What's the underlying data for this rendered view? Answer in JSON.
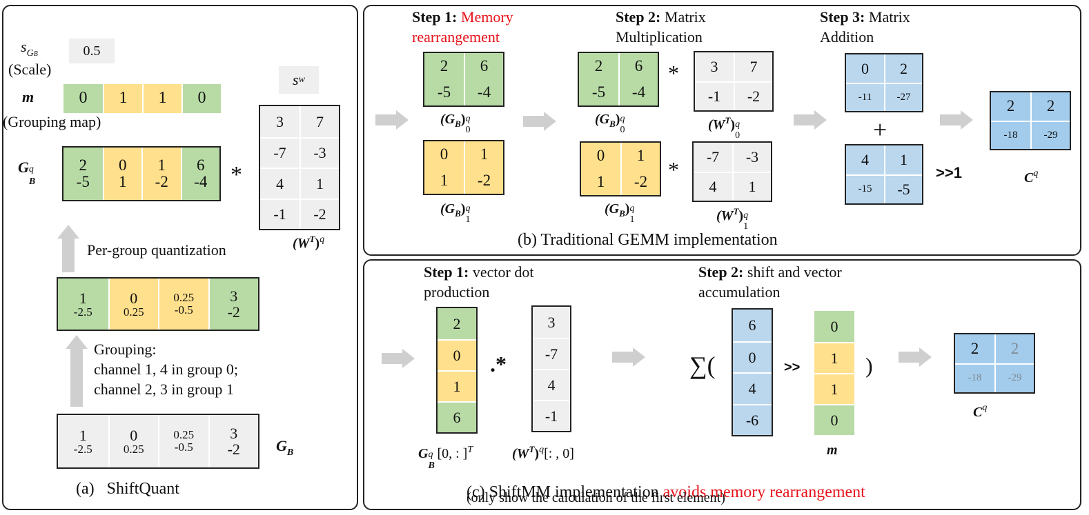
{
  "panel_a": {
    "scale_label_sym": "s",
    "scale_label_sub": "G",
    "scale_label_subsub": "B",
    "scale_value": "0.5",
    "scale_caption": "(Scale)",
    "m_label": "m",
    "m_values": [
      "0",
      "1",
      "1",
      "0"
    ],
    "grouping_map_caption": "(Grouping map)",
    "sw_sym": "s",
    "sw_sub": "w",
    "gq_label_base": "G",
    "gq_label_sub": "B",
    "gq_label_sup": "q",
    "gq_cells": [
      [
        "2",
        "-5"
      ],
      [
        "0",
        "1"
      ],
      [
        "1",
        "-2"
      ],
      [
        "6",
        "-4"
      ]
    ],
    "multiply": "*",
    "wq_cells": [
      [
        "3",
        "7"
      ],
      [
        "-7",
        "-3"
      ],
      [
        "4",
        "1"
      ],
      [
        "-1",
        "-2"
      ]
    ],
    "wq_label_base": "(W",
    "wq_label_supT": "T",
    "wq_label_close": ")",
    "wq_label_sup": "q",
    "per_group_label": "Per-group quantization",
    "grouped_cells": [
      [
        "1",
        "-2.5"
      ],
      [
        "0",
        "0.25"
      ],
      [
        "0.25",
        "-0.5"
      ],
      [
        "3",
        "-2"
      ]
    ],
    "grouping_lines": [
      "Grouping:",
      "channel 1, 4 in group 0;",
      "channel 2, 3 in group 1"
    ],
    "gb_cells": [
      [
        "1",
        "-2.5"
      ],
      [
        "0",
        "0.25"
      ],
      [
        "0.25",
        "-0.5"
      ],
      [
        "3",
        "-2"
      ]
    ],
    "gb_label_base": "G",
    "gb_label_sub": "B",
    "caption": "(a)   ShiftQuant"
  },
  "panel_b": {
    "step1_bold": "Step 1:",
    "step1_line1": " Memory",
    "step1_line2": "rearrangement",
    "step2_bold": "Step 2:",
    "step2_line1": " Matrix",
    "step2_line2": "Multiplication",
    "step3_bold": "Step 3:",
    "step3_line1": " Matrix",
    "step3_line2": "Addition",
    "g0_cells": [
      "2",
      "6",
      "-5",
      "-4"
    ],
    "g1_cells": [
      "0",
      "1",
      "1",
      "-2"
    ],
    "g0_label": "(G",
    "g0_label_sub": "B",
    "g0_label_close": ")",
    "g0_idx": "0",
    "g_sup": "q",
    "g1_idx": "1",
    "w0_cells": [
      "3",
      "7",
      "-1",
      "-2"
    ],
    "w1_cells": [
      "-7",
      "-3",
      "4",
      "1"
    ],
    "w_label": "(W",
    "w_supT": "T",
    "w_close": ")",
    "w_sup": "q",
    "w0_idx": "0",
    "w1_idx": "1",
    "multiply": "*",
    "r0_cells": [
      "0",
      "2",
      "-11",
      "-27"
    ],
    "plus": "+",
    "r1_cells": [
      "4",
      "1",
      "-15",
      "-5"
    ],
    "shift": ">>1",
    "c_cells": [
      "2",
      "2",
      "-18",
      "-29"
    ],
    "c_label": "C",
    "c_sup": "q",
    "caption": "(b) Traditional GEMM implementation"
  },
  "panel_c": {
    "step1_bold": "Step 1:",
    "step1_line1": " vector dot",
    "step1_line2": "production",
    "step2_bold": "Step 2:",
    "step2_line1": " shift and vector",
    "step2_line2": "accumulation",
    "gvec": [
      "2",
      "0",
      "1",
      "6"
    ],
    "dotmul": ".*",
    "wvec": [
      "3",
      "-7",
      "4",
      "-1"
    ],
    "gvec_label": "G",
    "gvec_label_sub": "B",
    "gvec_label_sup": "q",
    "gvec_label_rest": "[0, : ]",
    "gvec_label_T": "T",
    "wvec_label": "(W",
    "wvec_supT": "T",
    "wvec_close": ")",
    "wvec_sup": "q",
    "wvec_rest": "[: , 0]",
    "sum_open": "∑(",
    "prod_vec": [
      "6",
      "0",
      "4",
      "-6"
    ],
    "shift": ">>",
    "m_vec": [
      "0",
      "1",
      "1",
      "0"
    ],
    "close": ")",
    "m_label": "m",
    "c_cells": [
      "2",
      "2",
      "-18",
      "-29"
    ],
    "c_label": "C",
    "c_sup": "q",
    "caption_main": "(c) ShiftMM implementation ",
    "caption_red": "avoids memory rearrangement",
    "note": "(only show the calculation of the first element)"
  }
}
